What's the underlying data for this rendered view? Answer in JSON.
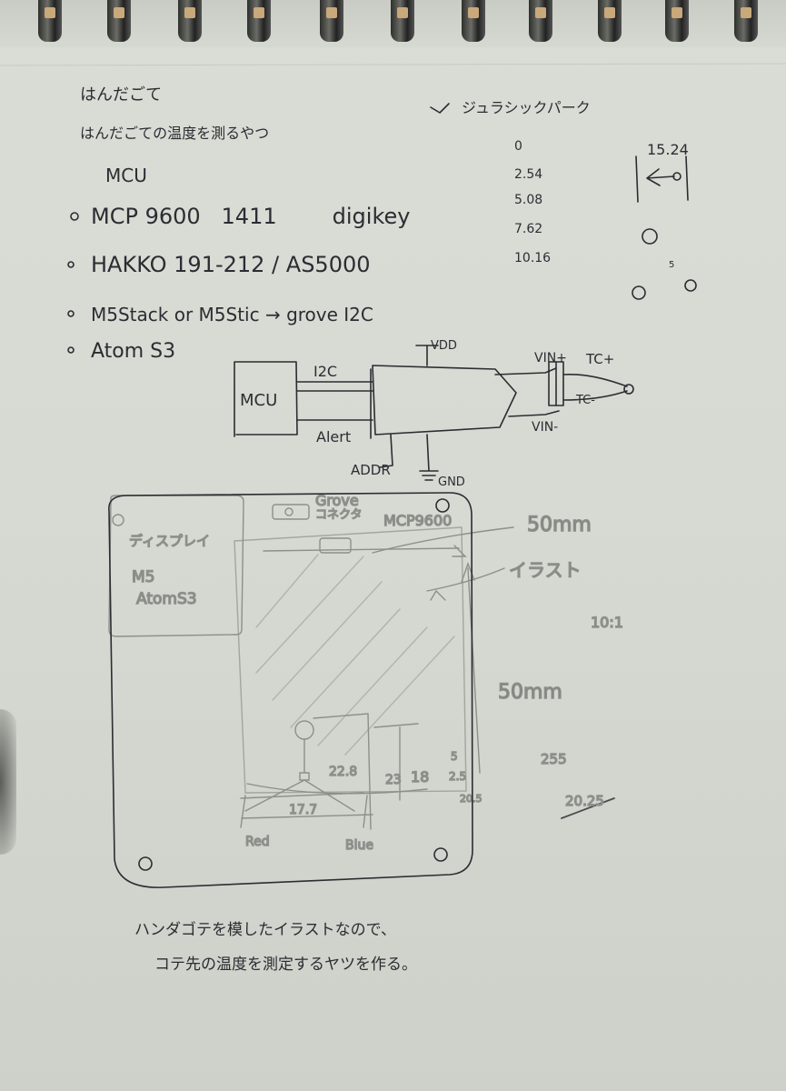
{
  "notes": {
    "title": "はんだごて",
    "subtitle": "はんだごての温度を測るやつ",
    "mcu_heading": "MCU",
    "list": [
      "MCP 9600   1411        digikey",
      "HAKKO 191-212 / AS5000",
      "M5Stack or M5Stic → grove I2C",
      "Atom S3"
    ],
    "jurassic": "ジュラシックパーク",
    "pitch_values": [
      "0",
      "2.54",
      "5.08",
      "7.62",
      "10.16"
    ],
    "pitch_total": "15.24",
    "small_label": "5"
  },
  "schematic": {
    "mcu": "MCU",
    "i2c": "I2C",
    "alert": "Alert",
    "vdd": "VDD",
    "addr": "ADDR",
    "gnd": "GND",
    "vin_plus": "VIN+",
    "vin_minus": "VIN-",
    "tc_plus": "TC+",
    "tc_minus": "TC-"
  },
  "board": {
    "grove": "Grove",
    "connector": "コネクタ",
    "mcp": "MCP9600",
    "display_1": "ディスプレイ",
    "display_2": "M5",
    "display_3": "AtomS3",
    "dim_50mm_top": "50mm",
    "illust": "イラスト",
    "ratio": "10:1",
    "dim_50mm_side": "50mm",
    "dim_228": "22.8",
    "dim_23": "23",
    "dim_18": "18",
    "dim_177": "17.7",
    "dim_5": "5",
    "dim_25": "2.5",
    "dim_205": "20.5",
    "val_255": "255",
    "val_2025": "20.25",
    "red": "Red",
    "blue": "Blue"
  },
  "caption": {
    "line1": "ハンダゴテを模したイラストなので、",
    "line2": "コテ先の温度を測定するヤツを作る。"
  },
  "colors": {
    "ink": "#2b2d33",
    "pencil": "#7c7e7b",
    "paper": "#d7dbd3"
  }
}
